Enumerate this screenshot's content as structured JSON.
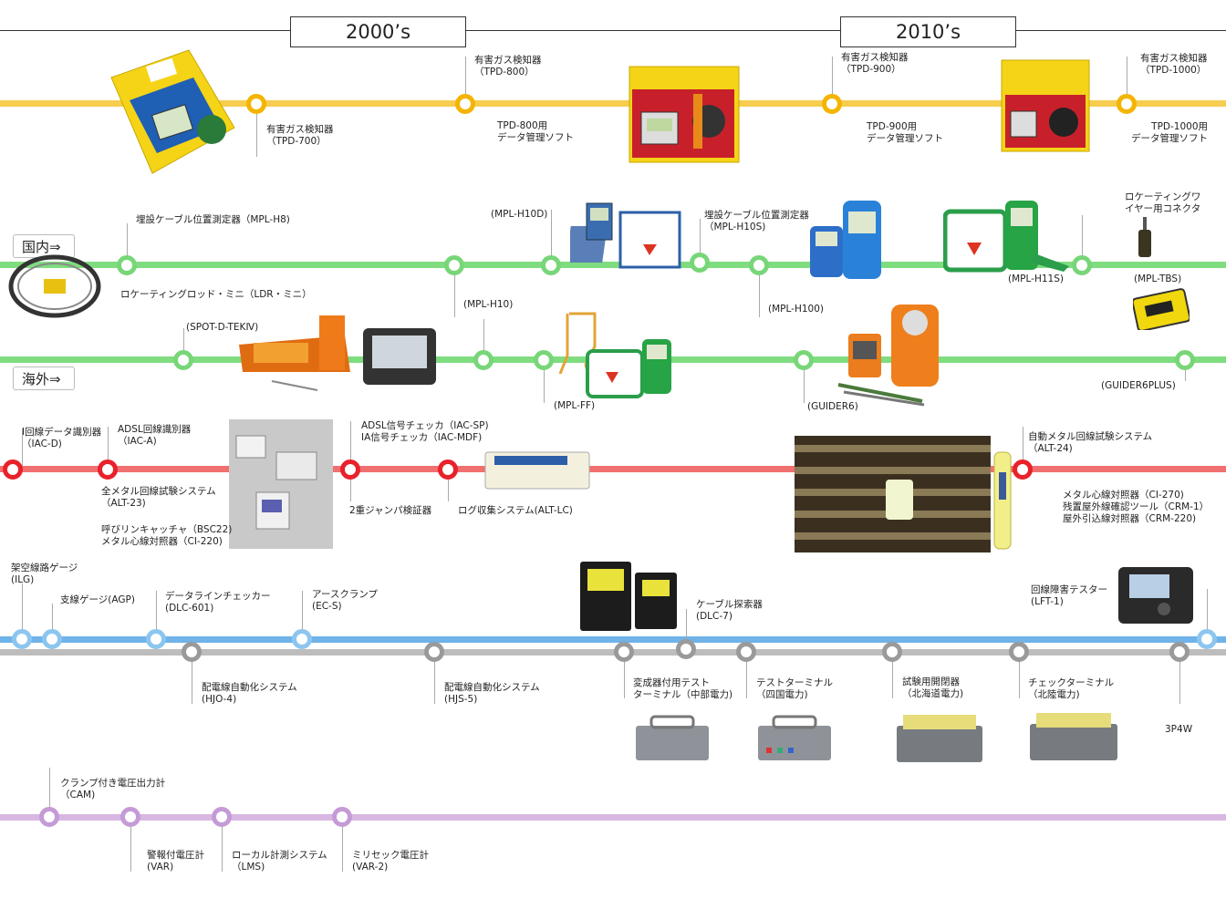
{
  "eras": [
    {
      "label": "2000’s"
    },
    {
      "label": "2010’s"
    }
  ],
  "regions": {
    "domestic": "国内⇒",
    "overseas": "海外⇒"
  },
  "colors": {
    "gas_track": "#f7cd4f",
    "gas_node": "#f4b400",
    "domestic_track": "#7fdc7f",
    "overseas_track": "#7fdc7f",
    "line_node": "#78d678",
    "telecom_track": "#f07070",
    "telecom_node": "#e8212b",
    "blue_track": "#6fb3e8",
    "blue_node": "#8cc6f0",
    "gray_track": "#bdbdbd",
    "gray_node": "#9a9a9a",
    "purple_track": "#d8b7e3",
    "purple_node": "#c59bd6"
  },
  "timeline": {
    "gas": [
      {
        "text": "有害ガス検知器\n（TPD-700）"
      },
      {
        "text": "有害ガス検知器\n（TPD-800）"
      },
      {
        "text": "TPD-800用\nデータ管理ソフト"
      },
      {
        "text": "有害ガス検知器\n（TPD-900）"
      },
      {
        "text": "TPD-900用\nデータ管理ソフト"
      },
      {
        "text": "有害ガス検知器\n（TPD-1000）"
      },
      {
        "text": "TPD-1000用\nデータ管理ソフト"
      }
    ],
    "domestic": [
      {
        "text": "埋設ケーブル位置測定器（MPL-H8)"
      },
      {
        "text": "ロケーティングロッド・ミニ（LDR・ミニ）"
      },
      {
        "text": "(MPL-H10)"
      },
      {
        "text": "(MPL-H10D)"
      },
      {
        "text": "埋設ケーブル位置測定器\n（MPL-H10S)"
      },
      {
        "text": "(MPL-H100)"
      },
      {
        "text": "(MPL-H11S)"
      },
      {
        "text": "ロケーティングワ\nイヤー用コネクタ"
      },
      {
        "text": "(MPL-TBS)"
      }
    ],
    "overseas": [
      {
        "text": "(SPOT-D-TEKⅣ)"
      },
      {
        "text": "(MPL-FF)"
      },
      {
        "text": "(GUIDER6)"
      },
      {
        "text": "(GUIDER6PLUS)"
      }
    ],
    "telecom": [
      {
        "text": "I回線データ識別器\n（IAC-D)"
      },
      {
        "text": "ADSL回線識別器\n（IAC-A)"
      },
      {
        "text": "全メタル回線試験システム\n（ALT-23)"
      },
      {
        "text": "呼びリンキャッチャ（BSC22)\nメタル心線対照器（CI-220)"
      },
      {
        "text": "ADSL信号チェッカ（IAC-SP)\nIA信号チェッカ（IAC-MDF)"
      },
      {
        "text": "2重ジャンパ検証器"
      },
      {
        "text": "ログ収集システム(ALT-LC)"
      },
      {
        "text": "自動メタル回線試験システム\n（ALT-24)"
      },
      {
        "text": "メタル心線対照器（CI-270)\n残置屋外線確認ツール（CRM-1）\n屋外引込線対照器（CRM-220)"
      }
    ],
    "blue": [
      {
        "text": "架空線路ゲージ\n(ILG)"
      },
      {
        "text": "支線ゲージ(AGP)"
      },
      {
        "text": "データラインチェッカー\n(DLC-601)"
      },
      {
        "text": "アースクランプ\n(EC-S)"
      },
      {
        "text": "ケーブル探索器\n(DLC-7)"
      },
      {
        "text": "回線障害テスター\n(LFT-1)"
      }
    ],
    "gray": [
      {
        "text": "配電線自動化システム\n(HJO-4)"
      },
      {
        "text": "配電線自動化システム\n(HJS-5)"
      },
      {
        "text": "変成器付用テスト\nターミナル（中部電力)"
      },
      {
        "text": "テストターミナル\n（四国電力)"
      },
      {
        "text": "試験用開閉器\n（北海道電力)"
      },
      {
        "text": "チェックターミナル\n（北陸電力)"
      },
      {
        "text": "3P4W"
      }
    ],
    "purple": [
      {
        "text": "クランプ付き電圧出力計\n（CAM)"
      },
      {
        "text": "警報付電圧計\n(VAR)"
      },
      {
        "text": "ローカル計測システム\n（LMS)"
      },
      {
        "text": "ミリセック電圧計\n(VAR-2)"
      }
    ]
  }
}
